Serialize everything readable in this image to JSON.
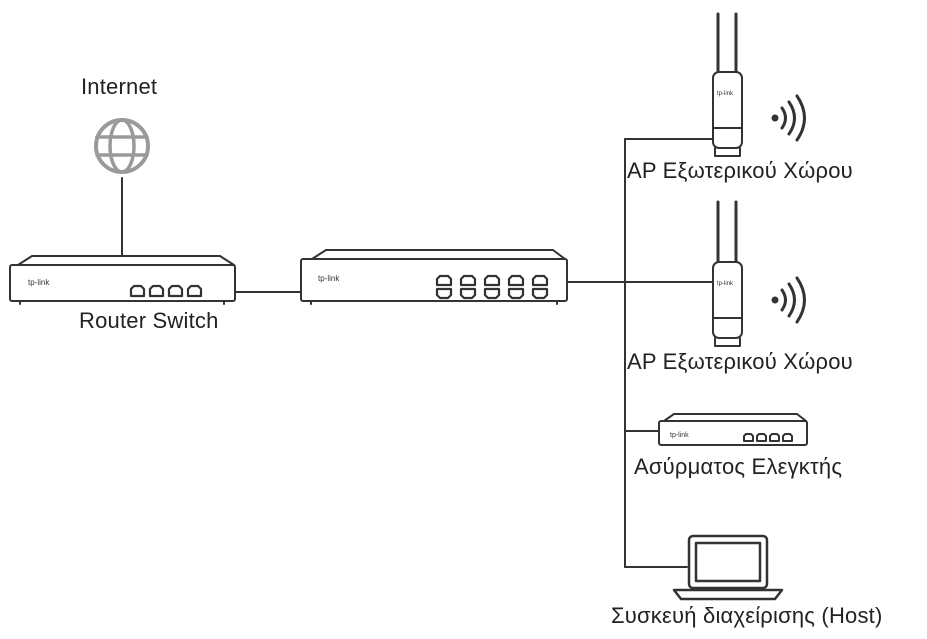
{
  "labels": {
    "internet": "Internet",
    "router": "Router Switch",
    "ap_top": "AP Εξωτερικού Χώρου",
    "ap_bottom": "AP Εξωτερικού Χώρου",
    "controller": "Ασύρματος Ελεγκτής",
    "host": "Συσκευή διαχείρισης (Host)"
  },
  "device_logos": {
    "router": "tp-link",
    "switch": "tp-link",
    "ap_top": "tp-link",
    "ap_bottom": "tp-link",
    "controller": "tp-link"
  },
  "icons": {
    "internet": "globe-icon",
    "wireless": "wifi-signal-icon",
    "host": "laptop-icon"
  },
  "colors": {
    "line": "#333333",
    "device_stroke": "#333333",
    "device_fill": "#ffffff",
    "globe": "#9a9a9a",
    "text": "#222222"
  }
}
